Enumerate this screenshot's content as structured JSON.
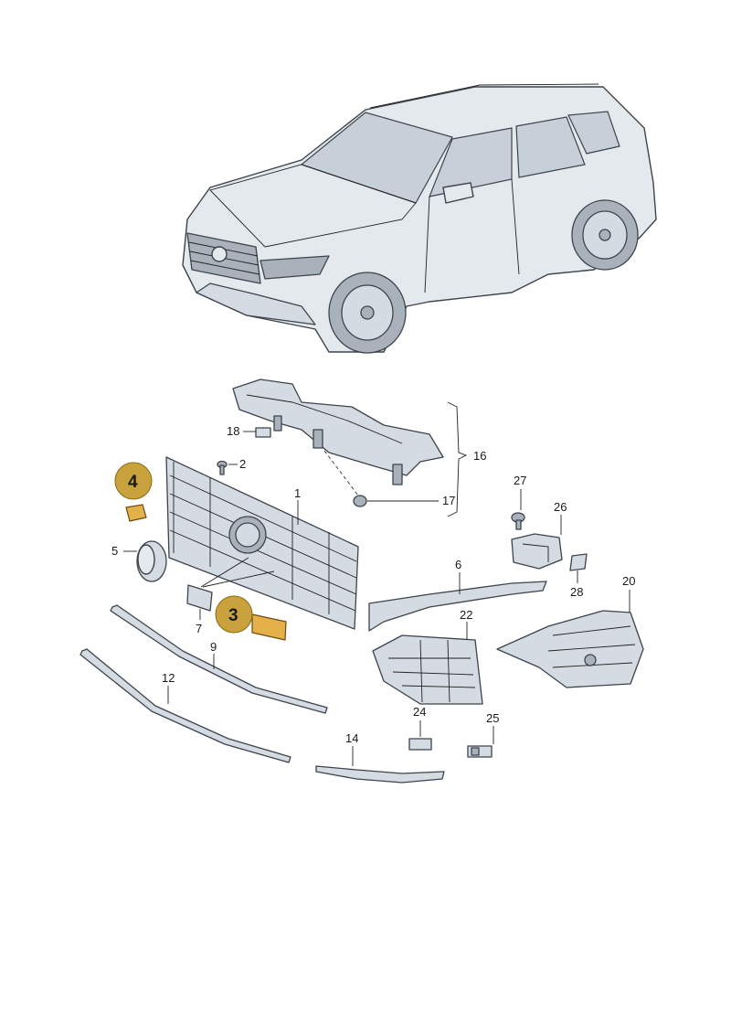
{
  "callouts": [
    {
      "id": "4",
      "text": "4",
      "color": "#c9a23d"
    },
    {
      "id": "3",
      "text": "3",
      "color": "#c9a23d"
    }
  ],
  "labels": {
    "l1": "1",
    "l2": "2",
    "l5": "5",
    "l6": "6",
    "l7": "7",
    "l9": "9",
    "l12": "12",
    "l14": "14",
    "l16": "16",
    "l17": "17",
    "l18": "18",
    "l20": "20",
    "l22": "22",
    "l24": "24",
    "l25": "25",
    "l26": "26",
    "l27": "27",
    "l28": "28"
  },
  "colors": {
    "highlight": "#e3b04a",
    "part": "#d5dbe2",
    "outline": "#3d444c"
  }
}
